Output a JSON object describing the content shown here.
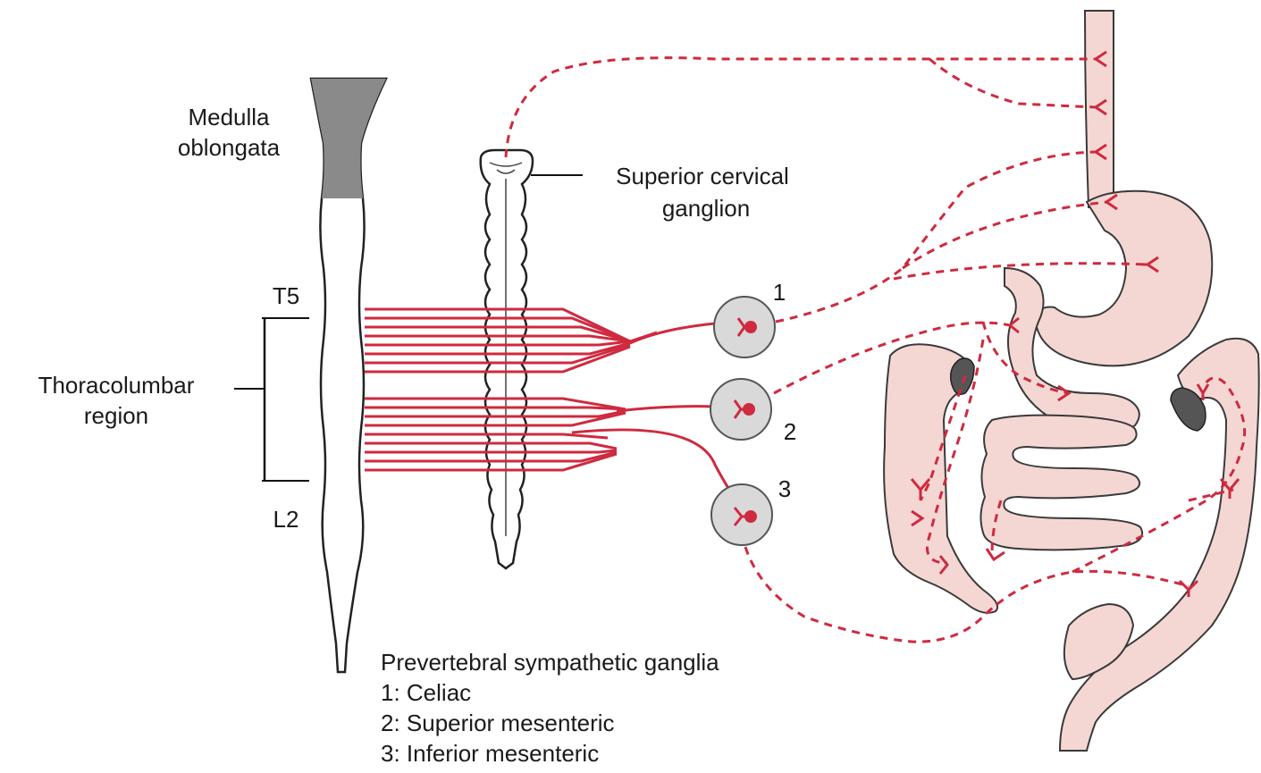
{
  "labels": {
    "medulla_line1": "Medulla",
    "medulla_line2": "oblongata",
    "scg_line1": "Superior cervical",
    "scg_line2": "ganglion",
    "t5": "T5",
    "l2": "L2",
    "thoraco_line1": "Thoracolumbar",
    "thoraco_line2": "region",
    "ganglion_1": "1",
    "ganglion_2": "2",
    "ganglion_3": "3"
  },
  "legend": {
    "title": "Prevertebral sympathetic ganglia",
    "items": [
      "1: Celiac",
      "2: Superior mesenteric",
      "3: Inferior mesenteric"
    ]
  },
  "colors": {
    "fiber": "#cf2a3f",
    "gut_fill": "#f4d7d3",
    "ganglion_fill": "#d9d9d9",
    "medulla_fill": "#8a8a8a"
  }
}
